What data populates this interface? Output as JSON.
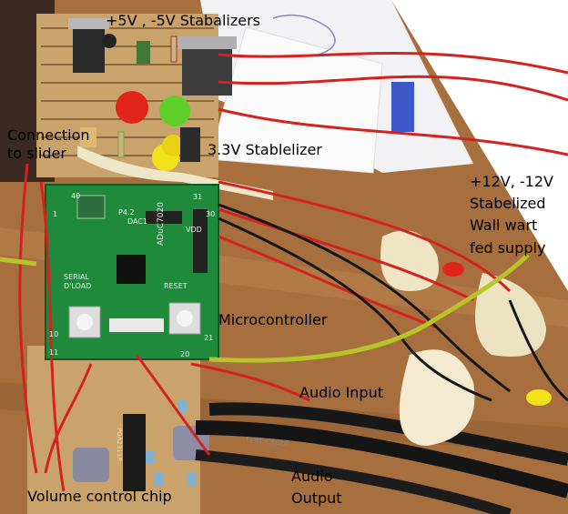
{
  "labels": {
    "stabilizers_5v": "+5V , -5V Stabalizers",
    "connection_line1": "Connection",
    "connection_line2": "to slider",
    "stabilizer_33v": "3.3V Stablelizer",
    "supply_line1": "+12V, -12V",
    "supply_line2": "Stabelized",
    "supply_line3": "Wall wart",
    "supply_line4": "fed supply",
    "microcontroller": "Microcontroller",
    "audio_input": "Audio Input",
    "audio_output_line1": "Audio",
    "audio_output_line2": "Output",
    "volume_chip": "Volume control chip"
  },
  "board_text": {
    "chip_marking": "ADuC7020",
    "serial_dload": "SERIAL D'LOAD",
    "reset": "RESET",
    "p42": "P4.2",
    "dac1": "DAC1",
    "vdd": "VDD",
    "pin_40": "40",
    "pin_31": "31",
    "pin_10": "10",
    "pin_11": "11",
    "pin_20": "20",
    "pin_21": "21",
    "pin_1": "1",
    "pin_30": "30",
    "ic_marking": "PGA2311P",
    "cable_text": "FLAT CABLE"
  },
  "colors": {
    "wood": "#b07a45",
    "stripboard": "#c9a36b",
    "pcb_green": "#1f8a3c",
    "wire_red": "#d4231f",
    "wire_black": "#161616",
    "wire_yellow_green": "#b7c42a",
    "led_red": "#e0261c",
    "led_green": "#5fd02a",
    "led_yellow": "#f2e21a",
    "paper": "#f4f4f6"
  }
}
